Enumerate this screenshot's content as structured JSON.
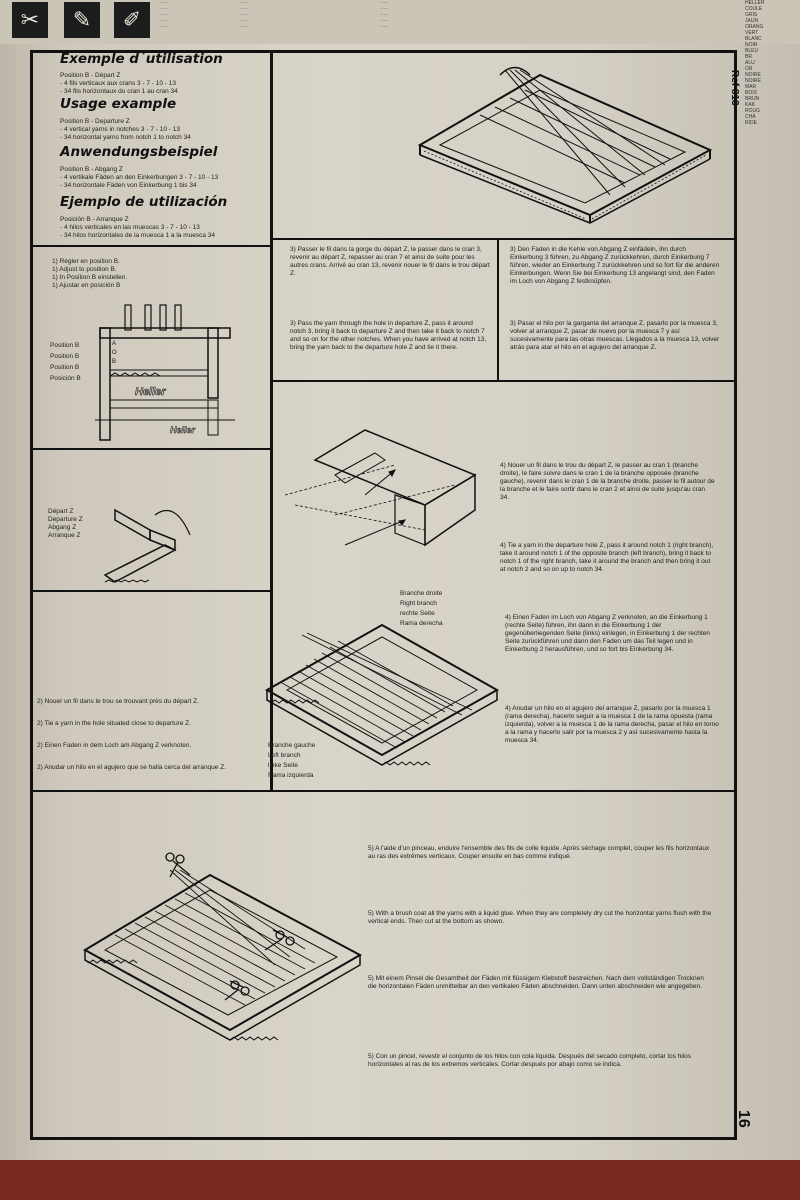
{
  "top": {
    "icons": [
      "scissors-icon",
      "pen-icon",
      "glue-icon"
    ],
    "right_labels": [
      "HELLER",
      "COULE",
      "GRIS",
      "JAUN",
      "ORANG",
      "VERT",
      "BLANC",
      "NOIR",
      "BLEU",
      "BR",
      "ALU",
      "OR",
      "NOIRE",
      "NOIRE",
      "MAR",
      "BOIS",
      "BRUN",
      "KAK",
      "ROUG",
      "CHA",
      "RIDE"
    ]
  },
  "ref": "Ref 813",
  "page_number": "16",
  "usage": {
    "fr_title": "Exemple d´utilisation",
    "fr_lines": [
      "Position B - Départ Z",
      "- 4 fils verticaux aux crans 3 - 7 - 10 - 13",
      "- 34 fils horizontaux du cran 1 au cran 34"
    ],
    "en_title": "Usage example",
    "en_lines": [
      "Position B - Departure Z",
      "- 4 vertical yarns in notches 3 - 7 - 10 - 13",
      "- 34 horizontal yarns from notch 1 to notch 34"
    ],
    "de_title": "Anwendungsbeispiel",
    "de_lines": [
      "Position B - Abgang Z",
      "- 4 vertikale Fäden an den Einkerbungen 3 - 7 - 10 - 13",
      "- 34 horizontale Fäden von Einkerbung 1 bis 34"
    ],
    "es_title": "Ejemplo de utilización",
    "es_lines": [
      "Posición B - Arranque Z",
      "- 4 hilos verticales en las muescas 3 - 7 - 10 - 13",
      "- 34 hilos horizontales de la muesca 1 a la muesca 34"
    ]
  },
  "step1": {
    "lines": [
      "1) Régler en position B.",
      "1) Adjust to position B.",
      "1) In Position B einstellen.",
      "1) Ajustar en posición B"
    ],
    "labels": [
      "Position B",
      "Position B",
      "Position B",
      "Posición B"
    ],
    "brand": "Heller",
    "notch_letters": [
      "A",
      "O",
      "B"
    ]
  },
  "step3": {
    "fr": "3) Passer le fil dans la gorge du départ Z, le passer dans le cran 3, revenir au départ Z, repasser au cran 7 et ainsi de suite pour les autres crans. Arrivé au cran 13, revenir nouer le fil dans le trou départ Z.",
    "de": "3) Den Faden in die Kehle von Abgang Z einfädeln, ihn durch Einkerbung 3 führen, zu Abgang Z zurückkehren, durch Einkerbung 7 führen, wieder an Einkerbung 7 zurückkehren und so fort für die anderen Einkerbungen. Wenn Sie bei Einkerbung 13 angelangt sind, den Faden im Loch von Abgang Z festknüpfen.",
    "en": "3) Pass the yarn through the hole in departure Z, pass it around notch 3, bring it back to departure Z and then take it back to notch 7 and so on for the other notches. When you have arrived at notch 13, bring the yarn back to the departure hole Z and tie it there.",
    "es": "3) Pasar el hilo por la garganta del arranque Z, pasarlo por la muesca 3, volver al arranque Z, pasar de nuevo por la muesca 7 y así sucesivamente para las otras muescas. Llegados a la muesca 13, volver atrás para atar el hilo en el agujero del arranque Z."
  },
  "departure": {
    "labels": [
      "Départ Z",
      "Departure Z",
      "Abgang Z",
      "Arranque Z"
    ]
  },
  "step4": {
    "fr": "4) Nouer un fil dans le trou du départ Z, le passer au cran 1 (branche droite), le faire suivre dans le cran 1 de la branche opposée (branche gauche), revenir dans le cran 1 de la branche droite, passer le fil autour de la branche et le faire sortir dans le cran 2 et ainsi de suite jusqu'au cran 34.",
    "en": "4) Tie a yarn in the departure hole Z, pass it around notch 1 (right branch), take it around notch 1 of the opposite branch (left branch), bring it back to notch 1 of the right branch, take it around the branch and then bring it out at notch 2 and so on up to notch 34.",
    "de": "4) Einen Faden im Loch von Abgang Z verknoten, an die Einkerbung 1 (rechte Seite) führen, ihn dann in die Einkerbung 1 der gegenüberliegenden Seite (links) einlegen, in Einkerbung 1 der rechten Seite zurückführen und dann den Faden um das Teil legen und in Einkerbung 2 herausführen, und so fort bis Einkerbung 34.",
    "es": "4) Anudar un hilo en el agujero del arranque Z, pasarlo por la muesca 1 (rama derecha), hacerlo seguir a la muesca 1 de la rama opuesta (rama izquierda), volver a la muesca 1 de la rama derecha, pasar el hilo en torno a la rama y hacerlo salir por la muesca 2 y así sucesivamente hasta la muesca 34.",
    "right_branch": [
      "Branche droite",
      "Right branch",
      "rechte Seite",
      "Rama derecha"
    ],
    "left_branch": [
      "Branche gauche",
      "Left branch",
      "linke Seite",
      "Rama izquierda"
    ]
  },
  "step2": {
    "lines": [
      "2) Nouer un fil dans le trou se trouvant près du départ Z.",
      "2) Tie a yarn in the hole situated close to departure Z.",
      "2) Einen Faden in dem Loch am Abgang Z verknoten.",
      "2) Anudar un hilo en el agujero que se halla cerca del arranque Z."
    ]
  },
  "step5": {
    "fr": "5) A l'aide d'un pinceau, enduire l'ensemble des fils de colle liquide. Après séchage complet, couper les fils horizontaux au ras des extrêmes verticaux. Couper ensuite en bas comme indiqué.",
    "en": "5) With a brush coat all the yarns with a liquid glue. When they are completely dry cut the horizontal yarns flush with the vertical ends. Then cut at the bottom as shown.",
    "de": "5) Mit einem Pinsel die Gesamtheit der Fäden mit flüssigem Klebstoff bestreichen. Nach dem vollständigen Trocknen die horizontalen Fäden unmittelbar an den vertikalen Fäden abschneiden. Dann unten abschneiden wie angegeben.",
    "es": "5) Con un pincel, revestir el conjunto de los hilos con cola líquida. Después del secado completo, cortar los hilos horizontales al ras de los extremos verticales. Cortar después por abajo como se indica."
  }
}
